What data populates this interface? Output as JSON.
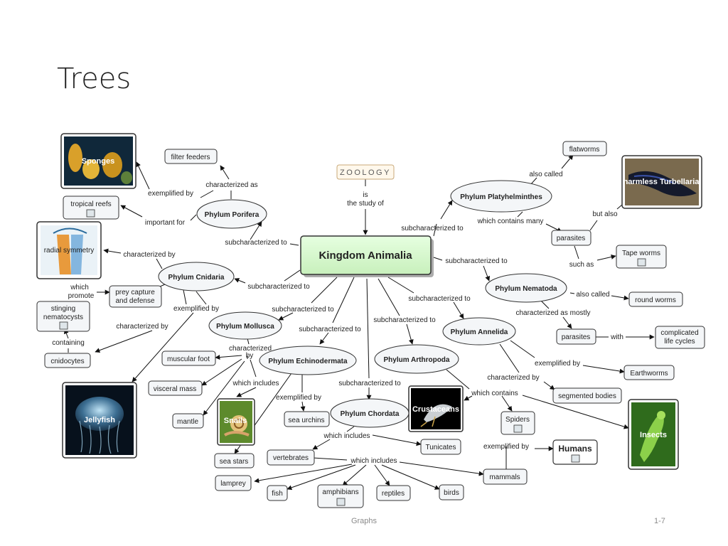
{
  "slide": {
    "title": "Trees",
    "footer_center": "Graphs",
    "footer_right": "1-7"
  },
  "diagram": {
    "root": "Kingdom Animalia",
    "top": "ZOOLOGY",
    "nodes": {
      "porifera": "Phylum Porifera",
      "cnidaria": "Phylum Cnidaria",
      "mollusca": "Phylum Mollusca",
      "echinodermata": "Phylum Echinodermata",
      "chordata": "Phylum Chordata",
      "arthropoda": "Phylum Arthropoda",
      "annelida": "Phylum Annelida",
      "nematoda": "Phylum Nematoda",
      "platyhelminthes": "Phylum Platyhelminthes",
      "filter_feeders": "filter feeders",
      "tropical_reefs": "tropical reefs",
      "prey_capture_1": "prey capture",
      "prey_capture_2": "and defense",
      "stinging_1": "stinging",
      "stinging_2": "nematocysts",
      "cnidocytes": "cnidocytes",
      "muscular_foot": "muscular foot",
      "visceral_mass": "visceral mass",
      "mantle": "mantle",
      "sea_urchins": "sea urchins",
      "sea_stars": "sea stars",
      "vertebrates": "vertebrates",
      "tunicates": "Tunicates",
      "lamprey": "lamprey",
      "fish": "fish",
      "amphibians": "amphibians",
      "reptiles": "reptiles",
      "birds": "birds",
      "mammals": "mammals",
      "humans": "Humans",
      "spiders": "Spiders",
      "segmented_bodies": "segmented bodies",
      "earthworms": "Earthworms",
      "parasites_ann": "parasites",
      "complicated_1": "complicated",
      "complicated_2": "life cycles",
      "round_worms": "round worms",
      "flatworms": "flatworms",
      "parasites_plat": "parasites",
      "tape_worms": "Tape worms"
    },
    "images": {
      "sponges": "Sponges",
      "radial_symmetry": "radial symmetry",
      "jellyfish": "Jellyfish",
      "snails": "Snails",
      "crustaceans": "Crustaceans",
      "insects": "Insects",
      "turbellaria": "harmless Turbellaria"
    },
    "links": {
      "is": "is",
      "the_study_of": "the study of",
      "sub_porifera": "subcharacterized to",
      "sub_cnidaria": "subcharacterized to",
      "sub_mollusca": "subcharacterized to",
      "sub_echino": "subcharacterized to",
      "sub_chordata": "subcharacterized to",
      "sub_arthropoda": "subcharacterized to",
      "sub_annelida": "subcharacterized to",
      "sub_nematoda": "subcharacterized to",
      "sub_plat": "subcharacterized to",
      "characterized_as": "characterized as",
      "exemplified_by_por": "exemplified by",
      "important_for": "important for",
      "characterized_by_cn": "characterized by",
      "which": "which",
      "promote": "promote",
      "exemplified_by_cn": "exemplified by",
      "characterized_by_cn2": "characterized by",
      "containing": "containing",
      "characterized_mol": "characterized",
      "by_mol": "by",
      "which_includes_mol": "which includes",
      "exemplified_by_ech": "exemplified by",
      "which_includes_ch": "which includes",
      "which_includes_vert": "which includes",
      "which_contains_art": "which contains",
      "exemplified_by_mam": "exemplified by",
      "characterized_by_ann": "characterized by",
      "exemplified_by_ann": "exemplified by",
      "characterized_as_mostly": "characterized as mostly",
      "with": "with",
      "also_called_nem": "also called",
      "also_called_plat": "also called",
      "which_contains_many": "which contains many",
      "but_also": "but also",
      "such_as": "such as"
    }
  }
}
